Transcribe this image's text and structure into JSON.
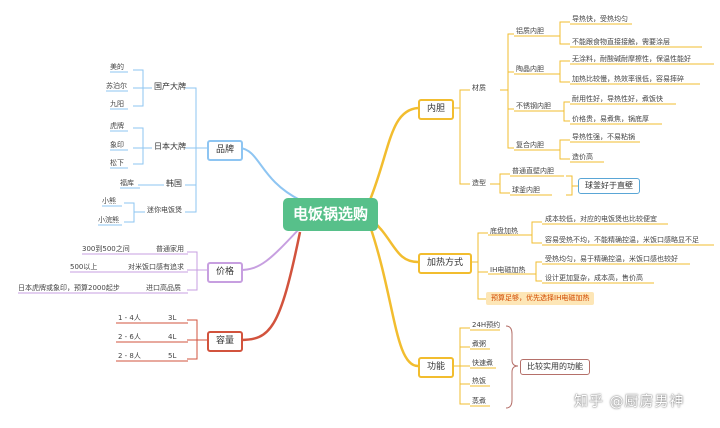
{
  "center": "电饭锅选购",
  "branches": {
    "brand": {
      "label": "品牌",
      "domestic": {
        "label": "国产大牌",
        "items": [
          "美的",
          "苏泊尔",
          "九阳"
        ]
      },
      "japan": {
        "label": "日本大牌",
        "items": [
          "虎牌",
          "象印",
          "松下"
        ]
      },
      "korea": {
        "label": "韩国",
        "items": [
          "福库"
        ]
      },
      "mini": {
        "label": "迷你电饭煲",
        "items": [
          "小熊",
          "小浣熊"
        ]
      }
    },
    "price": {
      "label": "价格",
      "rows": [
        {
          "range": "300到500之间",
          "type": "普通家用"
        },
        {
          "range": "500以上",
          "type": "对米饭口感有追求"
        },
        {
          "range": "日本虎牌或象印，预算2000起步",
          "type": "进口高品质"
        }
      ]
    },
    "capacity": {
      "label": "容量",
      "rows": [
        {
          "people": "1 - 4人",
          "size": "3L"
        },
        {
          "people": "2 - 6人",
          "size": "4L"
        },
        {
          "people": "2 - 8人",
          "size": "5L"
        }
      ]
    },
    "liner": {
      "label": "内胆",
      "material": {
        "label": "材质",
        "groups": [
          {
            "label": "铝质内胆",
            "items": [
              "导热快，受热均匀",
              "不能跟食物直接接触，需要涂层"
            ]
          },
          {
            "label": "陶晶内胆",
            "items": [
              "无涂料，耐酸碱耐摩擦性，保温性能好",
              "加热比较慢，热效率很低，容易摔碎"
            ]
          },
          {
            "label": "不锈钢内胆",
            "items": [
              "耐用性好，导热性好，煮饭快",
              "价格贵，易煮焦，锅底厚"
            ]
          },
          {
            "label": "复合内胆",
            "items": [
              "导热性强，不易粘锅",
              "造价高"
            ]
          }
        ]
      },
      "shape": {
        "label": "造型",
        "items": [
          "普通直壁内胆",
          "球釜内胆"
        ],
        "note": "球釜好于直壁"
      }
    },
    "heating": {
      "label": "加热方式",
      "chassis": {
        "label": "底盘加热",
        "items": [
          "成本较低，对应的电饭煲也比较便宜",
          "容易受热不均，不能精确控温，米饭口感略显不足"
        ]
      },
      "ih": {
        "label": "IH电磁加热",
        "items": [
          "受热均匀，易于精确控温，米饭口感也较好",
          "设计更加复杂，成本高，售价高"
        ]
      },
      "highlight": "预算足够，优先选择IH电磁加热"
    },
    "function": {
      "label": "功能",
      "items": [
        "24H预约",
        "煮粥",
        "快速煮",
        "热饭",
        "蒸煮"
      ],
      "note": "比较实用的功能"
    }
  },
  "watermark": "知乎 @厨房男神",
  "colors": {
    "brand": "#8ec5f2",
    "price": "#c79fe0",
    "capacity": "#d2533d",
    "liner": "#f2bd2f",
    "heating": "#f2bd2f",
    "function": "#f2bd2f",
    "center": "#57c08a"
  }
}
